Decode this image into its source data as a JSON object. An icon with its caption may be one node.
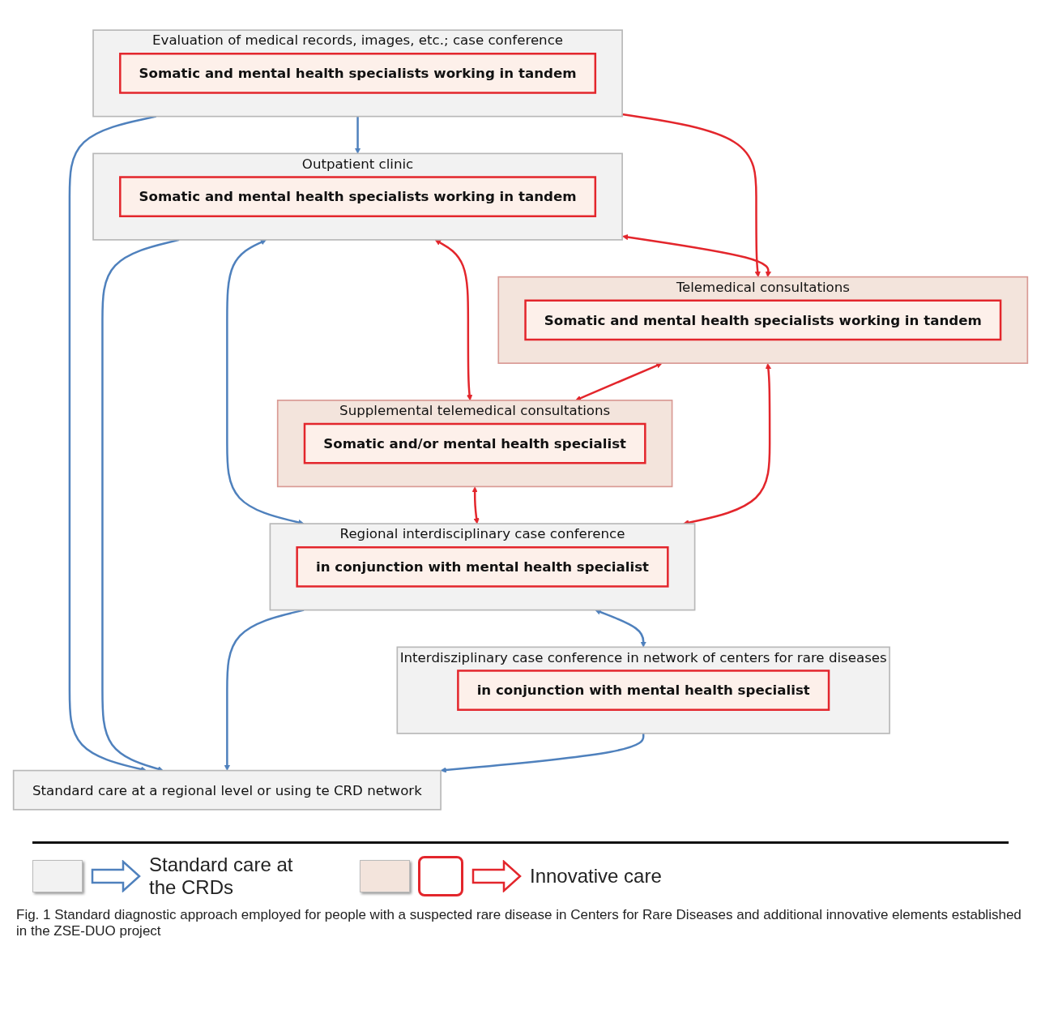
{
  "diagram": {
    "caption": "Fig. 1 Standard diagnostic approach employed for people with a suspected rare disease in Centers for Rare Diseases and additional innovative elements established in the ZSE-DUO project",
    "nodes": [
      {
        "text": [
          "Standard care at a regional level or using te CRD network"
        ]
      },
      {
        "text": [
          "Evaluation of medical records, images, etc.; case conference"
        ]
      },
      {
        "text": [
          "Somatic and mental health specialists working in tandem"
        ],
        "in": 1
      },
      {
        "text": [
          "Outpatient clinic"
        ]
      },
      {
        "text": [
          "Somatic and mental health specialists working in tandem"
        ],
        "in": 3
      },
      {
        "text": [
          "Telemedical consultations"
        ]
      },
      {
        "text": [
          "Somatic and mental health specialists working in tandem"
        ],
        "in": 5
      },
      {
        "text": [
          "Supplemental telemedical consultations"
        ]
      },
      {
        "text": [
          "Somatic and/or mental health specialist"
        ],
        "in": 7
      },
      {
        "text": [
          "Regional interdisciplinary case conference"
        ]
      },
      {
        "text": [
          "in conjunction with mental health specialist"
        ],
        "in": 9
      },
      {
        "text": [
          "Interdisziplinary case conference in network of centers for rare diseases"
        ]
      },
      {
        "text": [
          "in conjunction with mental health specialist"
        ],
        "in": 11
      }
    ],
    "edges": [
      {
        "from": 1,
        "to": 0,
        "arrow": "to"
      },
      {
        "from": 3,
        "to": 0,
        "arrow": "to"
      },
      {
        "from": 9,
        "to": 0,
        "arrow": "to"
      },
      {
        "from": 11,
        "to": 0,
        "arrow": "to"
      },
      {
        "from": 1,
        "to": 3,
        "arrow": "to"
      },
      {
        "from": 1,
        "to": 5,
        "arrow": "to",
        "color": "#e3262c"
      },
      {
        "from": 3,
        "to": 5,
        "arrow": "both",
        "color": "#e3262c"
      },
      {
        "from": 3,
        "to": 7,
        "arrow": "both",
        "color": "#e3262c"
      },
      {
        "from": 5,
        "to": 7,
        "arrow": "both",
        "color": "#e3262c"
      },
      {
        "from": 3,
        "to": 9,
        "arrow": "both"
      },
      {
        "from": 7,
        "to": 9,
        "arrow": "both",
        "color": "#e3262c"
      },
      {
        "from": 5,
        "to": 9,
        "arrow": "both",
        "color": "#e3262c"
      },
      {
        "from": 9,
        "to": 11,
        "arrow": "both"
      }
    ],
    "legend": [
      {
        "text": "Standard care at the CRDs"
      },
      {
        "text": "Innovative care"
      }
    ]
  }
}
